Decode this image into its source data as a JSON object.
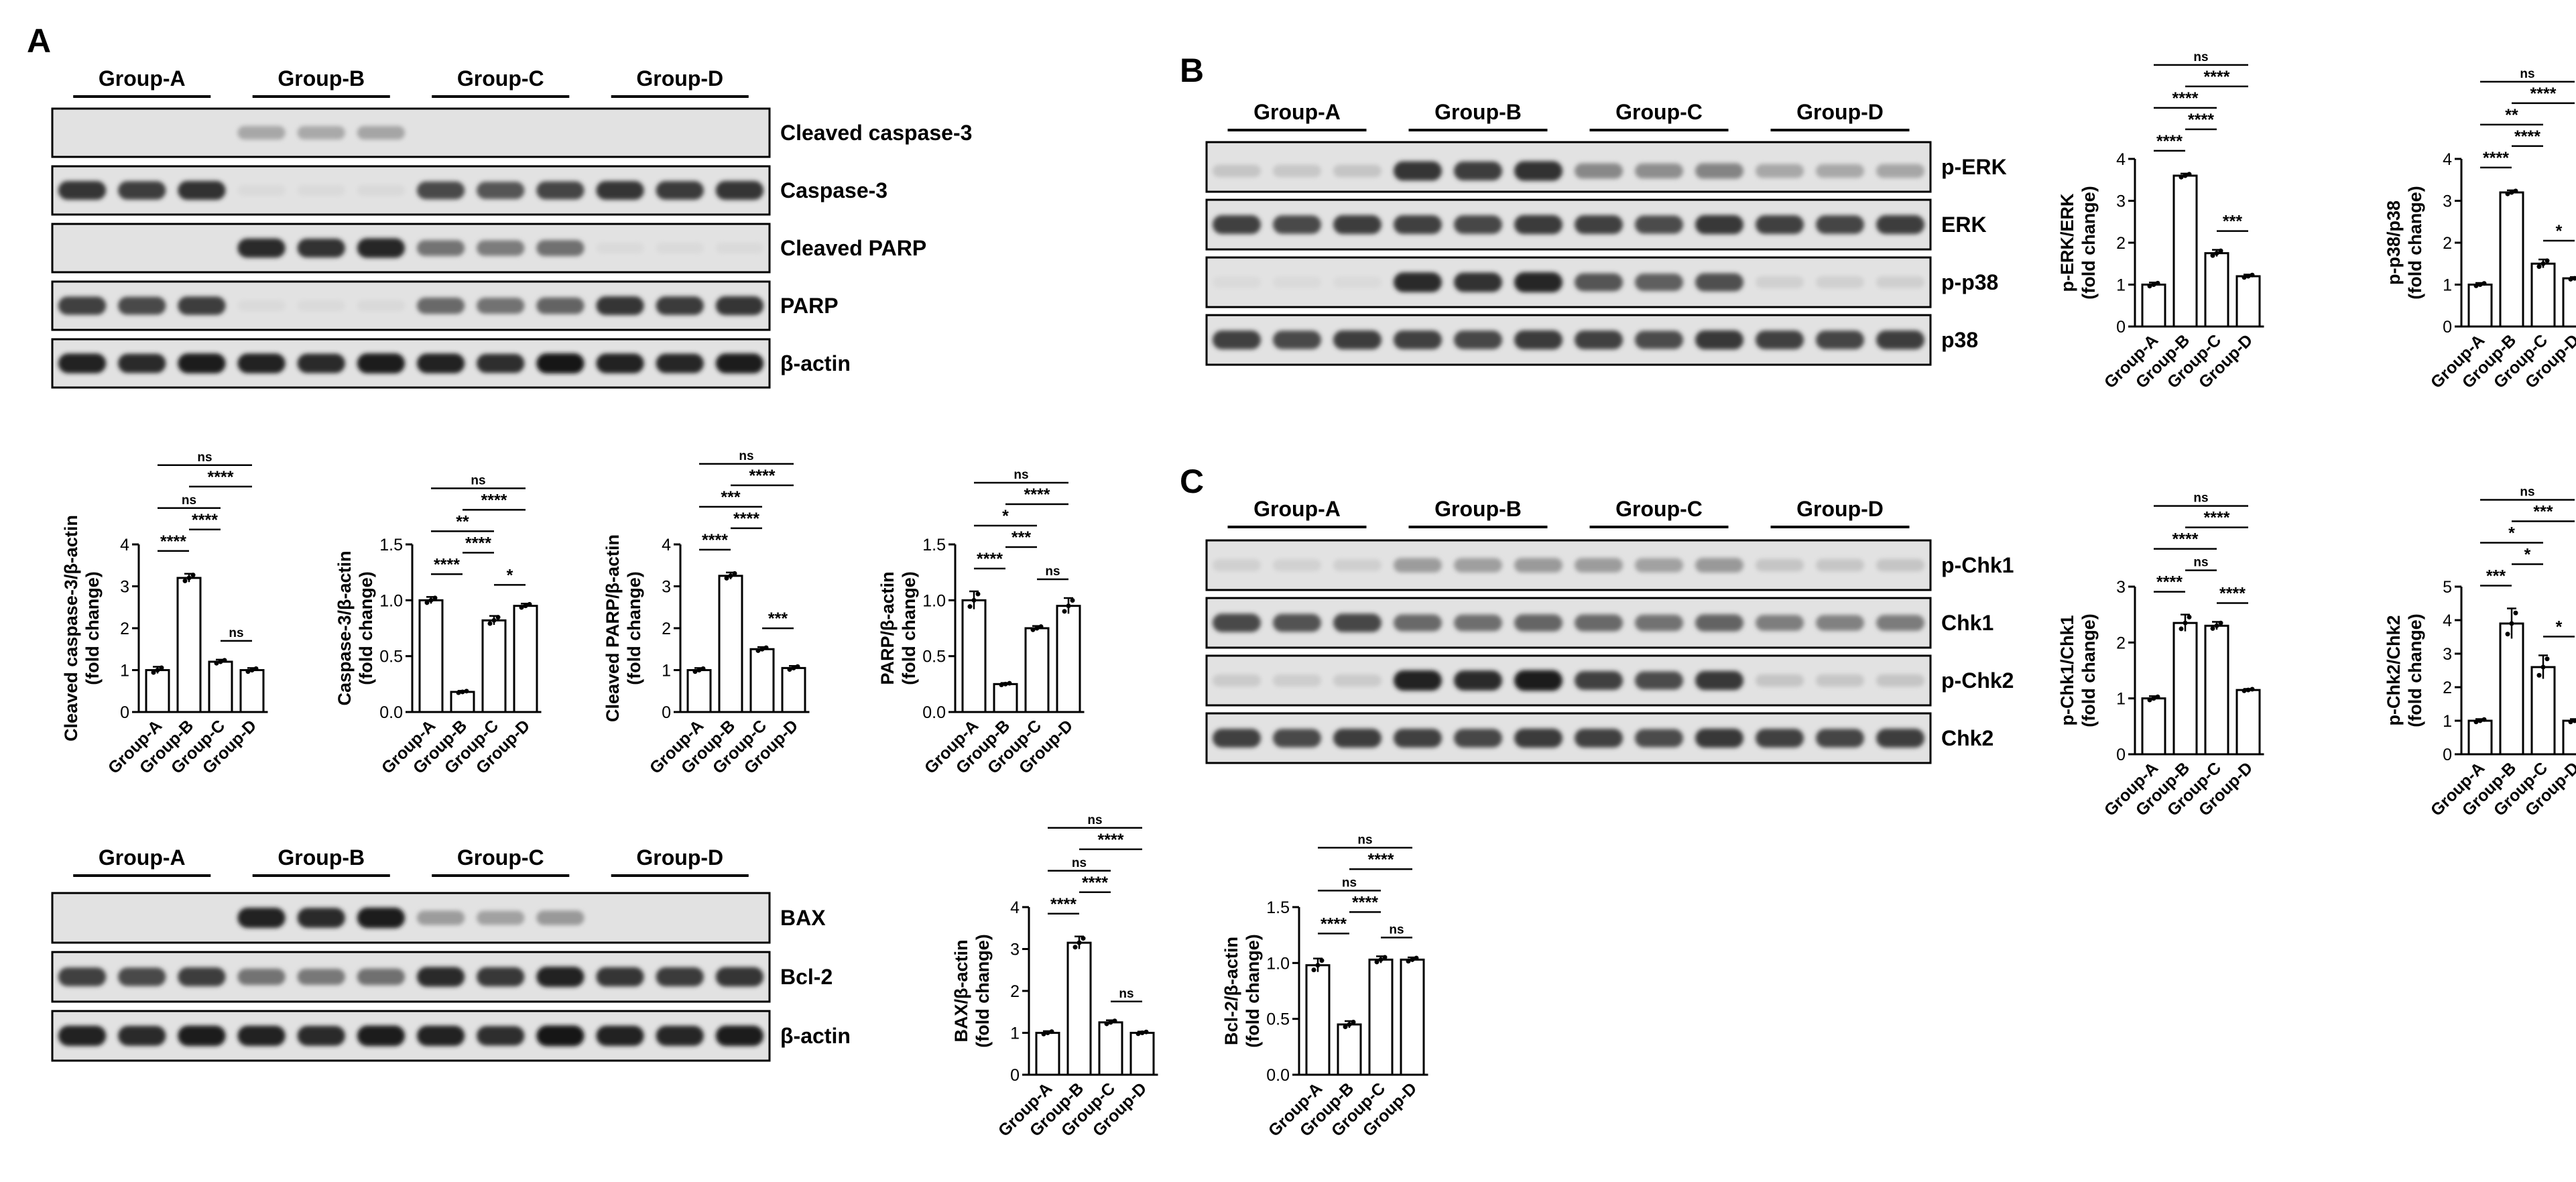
{
  "panels": [
    {
      "letter": "A"
    },
    {
      "letter": "B"
    },
    {
      "letter": "C"
    }
  ],
  "groups": [
    "Group-A",
    "Group-B",
    "Group-C",
    "Group-D"
  ],
  "blot_labels": {
    "A1": [
      "Cleaved caspase-3",
      "Caspase-3",
      "Cleaved  PARP",
      "PARP",
      "β-actin"
    ],
    "A2": [
      "BAX",
      "Bcl-2",
      "β-actin"
    ],
    "B": [
      "p-ERK",
      "ERK",
      "p-p38",
      "p38"
    ],
    "C": [
      "p-Chk1",
      "Chk1",
      "p-Chk2",
      "Chk2"
    ]
  },
  "chart_data": [
    {
      "id": "cleaved-caspase3",
      "type": "bar",
      "categories": [
        "Group-A",
        "Group-B",
        "Group-C",
        "Group-D"
      ],
      "values": [
        1.0,
        3.2,
        1.2,
        1.0
      ],
      "errors": [
        0.08,
        0.1,
        0.05,
        0.05
      ],
      "ylabel": "Cleaved caspase-3/β-actin",
      "ylabel2": "(fold change)",
      "ylim": [
        0,
        4
      ],
      "yticks": [
        "0",
        "1",
        "2",
        "3",
        "4"
      ],
      "annotations": [
        {
          "a": 0,
          "b": 3,
          "text": "ns"
        },
        {
          "a": 1,
          "b": 3,
          "text": "****"
        },
        {
          "a": 0,
          "b": 2,
          "text": "ns"
        },
        {
          "a": 1,
          "b": 2,
          "text": "****"
        },
        {
          "a": 0,
          "b": 1,
          "text": "****"
        },
        {
          "a": 2,
          "b": 3,
          "text": "ns"
        }
      ]
    },
    {
      "id": "caspase3",
      "type": "bar",
      "categories": [
        "Group-A",
        "Group-B",
        "Group-C",
        "Group-D"
      ],
      "values": [
        1.0,
        0.18,
        0.82,
        0.95
      ],
      "errors": [
        0.03,
        0.01,
        0.04,
        0.02
      ],
      "ylabel": "Caspase-3/β-actin",
      "ylabel2": "(fold change)",
      "ylim": [
        0,
        1.5
      ],
      "yticks": [
        "0.0",
        "0.5",
        "1.0",
        "1.5"
      ],
      "annotations": [
        {
          "a": 0,
          "b": 3,
          "text": "ns"
        },
        {
          "a": 1,
          "b": 3,
          "text": "****"
        },
        {
          "a": 0,
          "b": 2,
          "text": "**"
        },
        {
          "a": 1,
          "b": 2,
          "text": "****"
        },
        {
          "a": 0,
          "b": 1,
          "text": "****"
        },
        {
          "a": 2,
          "b": 3,
          "text": "*"
        }
      ]
    },
    {
      "id": "cleaved-parp",
      "type": "bar",
      "categories": [
        "Group-A",
        "Group-B",
        "Group-C",
        "Group-D"
      ],
      "values": [
        1.0,
        3.25,
        1.5,
        1.05
      ],
      "errors": [
        0.05,
        0.08,
        0.05,
        0.05
      ],
      "ylabel": "Cleaved PARP/β-actin",
      "ylabel2": "(fold change)",
      "ylim": [
        0,
        4
      ],
      "yticks": [
        "0",
        "1",
        "2",
        "3",
        "4"
      ],
      "annotations": [
        {
          "a": 0,
          "b": 3,
          "text": "ns"
        },
        {
          "a": 1,
          "b": 3,
          "text": "****"
        },
        {
          "a": 0,
          "b": 2,
          "text": "***"
        },
        {
          "a": 1,
          "b": 2,
          "text": "****"
        },
        {
          "a": 0,
          "b": 1,
          "text": "****"
        },
        {
          "a": 2,
          "b": 3,
          "text": "***"
        }
      ]
    },
    {
      "id": "parp",
      "type": "bar",
      "categories": [
        "Group-A",
        "Group-B",
        "Group-C",
        "Group-D"
      ],
      "values": [
        1.0,
        0.25,
        0.75,
        0.95
      ],
      "errors": [
        0.08,
        0.01,
        0.02,
        0.07
      ],
      "ylabel": "PARP/β-actin",
      "ylabel2": "(fold change)",
      "ylim": [
        0,
        1.5
      ],
      "yticks": [
        "0.0",
        "0.5",
        "1.0",
        "1.5"
      ],
      "annotations": [
        {
          "a": 0,
          "b": 3,
          "text": "ns"
        },
        {
          "a": 1,
          "b": 3,
          "text": "****"
        },
        {
          "a": 0,
          "b": 2,
          "text": "*"
        },
        {
          "a": 1,
          "b": 2,
          "text": "***"
        },
        {
          "a": 0,
          "b": 1,
          "text": "****"
        },
        {
          "a": 2,
          "b": 3,
          "text": "ns"
        }
      ]
    },
    {
      "id": "bax",
      "type": "bar",
      "categories": [
        "Group-A",
        "Group-B",
        "Group-C",
        "Group-D"
      ],
      "values": [
        1.0,
        3.15,
        1.25,
        1.0
      ],
      "errors": [
        0.04,
        0.15,
        0.05,
        0.03
      ],
      "ylabel": "BAX/β-actin",
      "ylabel2": "(fold change)",
      "ylim": [
        0,
        4
      ],
      "yticks": [
        "0",
        "1",
        "2",
        "3",
        "4"
      ],
      "annotations": [
        {
          "a": 0,
          "b": 3,
          "text": "ns"
        },
        {
          "a": 1,
          "b": 3,
          "text": "****"
        },
        {
          "a": 0,
          "b": 2,
          "text": "ns"
        },
        {
          "a": 1,
          "b": 2,
          "text": "****"
        },
        {
          "a": 0,
          "b": 1,
          "text": "****"
        },
        {
          "a": 2,
          "b": 3,
          "text": "ns"
        }
      ]
    },
    {
      "id": "bcl2",
      "type": "bar",
      "categories": [
        "Group-A",
        "Group-B",
        "Group-C",
        "Group-D"
      ],
      "values": [
        0.98,
        0.45,
        1.03,
        1.03
      ],
      "errors": [
        0.06,
        0.03,
        0.03,
        0.02
      ],
      "ylabel": "Bcl-2/β-actin",
      "ylabel2": "(fold change)",
      "ylim": [
        0,
        1.5
      ],
      "yticks": [
        "0.0",
        "0.5",
        "1.0",
        "1.5"
      ],
      "annotations": [
        {
          "a": 0,
          "b": 3,
          "text": "ns"
        },
        {
          "a": 1,
          "b": 3,
          "text": "****"
        },
        {
          "a": 0,
          "b": 2,
          "text": "ns"
        },
        {
          "a": 1,
          "b": 2,
          "text": "****"
        },
        {
          "a": 0,
          "b": 1,
          "text": "****"
        },
        {
          "a": 2,
          "b": 3,
          "text": "ns"
        }
      ]
    },
    {
      "id": "perk",
      "type": "bar",
      "categories": [
        "Group-A",
        "Group-B",
        "Group-C",
        "Group-D"
      ],
      "values": [
        1.0,
        3.6,
        1.75,
        1.2
      ],
      "errors": [
        0.05,
        0.05,
        0.08,
        0.04
      ],
      "ylabel": "p-ERK/ERK",
      "ylabel2": "(fold change)",
      "ylim": [
        0,
        4
      ],
      "yticks": [
        "0",
        "1",
        "2",
        "3",
        "4"
      ],
      "annotations": [
        {
          "a": 0,
          "b": 3,
          "text": "ns"
        },
        {
          "a": 1,
          "b": 3,
          "text": "****"
        },
        {
          "a": 0,
          "b": 2,
          "text": "****"
        },
        {
          "a": 1,
          "b": 2,
          "text": "****"
        },
        {
          "a": 0,
          "b": 1,
          "text": "****"
        },
        {
          "a": 2,
          "b": 3,
          "text": "***"
        }
      ]
    },
    {
      "id": "pp38",
      "type": "bar",
      "categories": [
        "Group-A",
        "Group-B",
        "Group-C",
        "Group-D"
      ],
      "values": [
        1.0,
        3.2,
        1.5,
        1.15
      ],
      "errors": [
        0.04,
        0.05,
        0.1,
        0.03
      ],
      "ylabel": "p-p38/p38",
      "ylabel2": "(fold change)",
      "ylim": [
        0,
        4
      ],
      "yticks": [
        "0",
        "1",
        "2",
        "3",
        "4"
      ],
      "annotations": [
        {
          "a": 0,
          "b": 3,
          "text": "ns"
        },
        {
          "a": 1,
          "b": 3,
          "text": "****"
        },
        {
          "a": 0,
          "b": 2,
          "text": "**"
        },
        {
          "a": 1,
          "b": 2,
          "text": "****"
        },
        {
          "a": 0,
          "b": 1,
          "text": "****"
        },
        {
          "a": 2,
          "b": 3,
          "text": "*"
        }
      ]
    },
    {
      "id": "pchk1",
      "type": "bar",
      "categories": [
        "Group-A",
        "Group-B",
        "Group-C",
        "Group-D"
      ],
      "values": [
        1.0,
        2.35,
        2.3,
        1.15
      ],
      "errors": [
        0.04,
        0.15,
        0.07,
        0.02
      ],
      "ylabel": "p-Chk1/Chk1",
      "ylabel2": "(fold change)",
      "ylim": [
        0,
        3
      ],
      "yticks": [
        "0",
        "1",
        "2",
        "3"
      ],
      "annotations": [
        {
          "a": 0,
          "b": 3,
          "text": "ns"
        },
        {
          "a": 1,
          "b": 3,
          "text": "****"
        },
        {
          "a": 0,
          "b": 2,
          "text": "****"
        },
        {
          "a": 1,
          "b": 2,
          "text": "ns"
        },
        {
          "a": 0,
          "b": 1,
          "text": "****"
        },
        {
          "a": 2,
          "b": 3,
          "text": "****"
        }
      ]
    },
    {
      "id": "pchk2",
      "type": "bar",
      "categories": [
        "Group-A",
        "Group-B",
        "Group-C",
        "Group-D"
      ],
      "values": [
        1.0,
        3.9,
        2.6,
        1.0
      ],
      "errors": [
        0.05,
        0.45,
        0.35,
        0.05
      ],
      "ylabel": "p-Chk2/Chk2",
      "ylabel2": "(fold change)",
      "ylim": [
        0,
        5
      ],
      "yticks": [
        "0",
        "1",
        "2",
        "3",
        "4",
        "5"
      ],
      "annotations": [
        {
          "a": 0,
          "b": 3,
          "text": "ns"
        },
        {
          "a": 1,
          "b": 3,
          "text": "***"
        },
        {
          "a": 0,
          "b": 2,
          "text": "*"
        },
        {
          "a": 1,
          "b": 2,
          "text": "*"
        },
        {
          "a": 0,
          "b": 1,
          "text": "***"
        },
        {
          "a": 2,
          "b": 3,
          "text": "*"
        }
      ]
    }
  ]
}
